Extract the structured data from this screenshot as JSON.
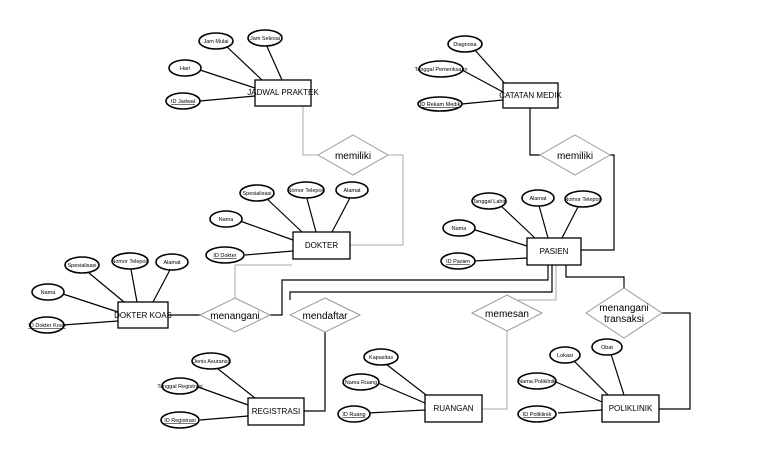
{
  "entities": {
    "jadwal_praktek": "JADWAL PRAKTEK",
    "catatan_medik": "CATATAN MEDIK",
    "dokter": "DOKTER",
    "pasien": "PASIEN",
    "dokter_koas": "DOKTER KOAS",
    "registrasi": "REGISTRASI",
    "ruangan": "RUANGAN",
    "poliklinik": "POLIKLINIK"
  },
  "attributes": {
    "jam_mulai": "Jam Mulai",
    "jam_selesai": "Jam Selesai",
    "hari": "Hari",
    "id_jadwal": "ID Jadwal",
    "diagnosa": "Diagnosa",
    "tanggal_pemeriksaan": "Tanggal Pemeriksaan",
    "id_rekam_medik": "ID Rekam Medik",
    "dokter_spesialisasi": "Spesialisasi",
    "dokter_nomor_telepon": "Nomor Telepon",
    "dokter_alamat": "Alamat",
    "dokter_nama": "Nama",
    "id_dokter": "ID Dokter",
    "pasien_tanggal_lahir": "Tanggal Lahir",
    "pasien_alamat": "Alamat",
    "pasien_nomor_telepon": "Nomor Telepon",
    "pasien_nama": "Nama",
    "id_pasien": "ID Pasien",
    "koas_spesialisasi": "Spesialisasi",
    "koas_nomor_telepon": "Nomor Telepon",
    "koas_alamat": "Alamat",
    "koas_nama": "Nama",
    "id_dokter_koas": "ID Dokter Koas",
    "jenis_asuransi": "Jenis Asuransi",
    "tanggal_registrasi": "Tanggal Registrasi",
    "id_registrasi": "ID Registrasi",
    "kapasitas": "Kapasitas",
    "nama_ruang": "Nama Ruang",
    "id_ruang": "ID Ruang",
    "obat": "Obat",
    "lokasi": "Lokasi",
    "nama_poliklinik": "Nama Poliklinik",
    "id_poliklinik": "ID Poliklinik"
  },
  "relationships": {
    "memiliki_jadwal": "memiliki",
    "memiliki_catatan": "memiliki",
    "menangani": "menangani",
    "mendaftar": "mendaftar",
    "memesan": "memesan",
    "menangani_transaksi_1": "menangani",
    "menangani_transaksi_2": "transaksi"
  }
}
